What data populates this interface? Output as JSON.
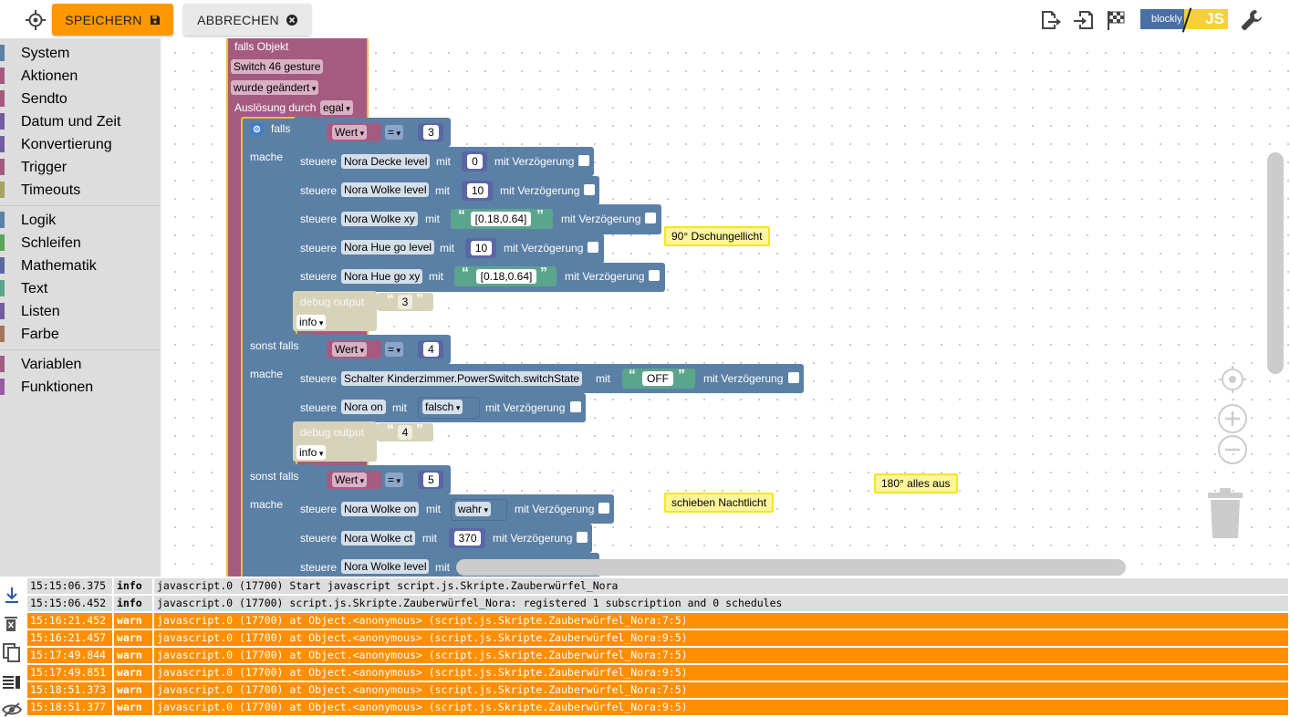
{
  "toolbar": {
    "save_label": "SPEICHERN",
    "cancel_label": "ABBRECHEN",
    "blockly_label": "blockly",
    "js_label": "JS"
  },
  "sidebar": {
    "groups": [
      [
        {
          "label": "System",
          "color": "#5b80a5"
        },
        {
          "label": "Aktionen",
          "color": "#a5577e"
        },
        {
          "label": "Sendto",
          "color": "#a5577e"
        },
        {
          "label": "Datum und Zeit",
          "color": "#745ba5"
        },
        {
          "label": "Konvertierung",
          "color": "#745ba5"
        },
        {
          "label": "Trigger",
          "color": "#a55b80"
        },
        {
          "label": "Timeouts",
          "color": "#a5a55b"
        }
      ],
      [
        {
          "label": "Logik",
          "color": "#5b80a5"
        },
        {
          "label": "Schleifen",
          "color": "#5ba55b"
        },
        {
          "label": "Mathematik",
          "color": "#5b67a5"
        },
        {
          "label": "Text",
          "color": "#5ba58c"
        },
        {
          "label": "Listen",
          "color": "#745ba5"
        },
        {
          "label": "Farbe",
          "color": "#a5745b"
        }
      ],
      [
        {
          "label": "Variablen",
          "color": "#a55b80"
        },
        {
          "label": "Funktionen",
          "color": "#995ba5"
        }
      ]
    ]
  },
  "workspace": {
    "trigger": {
      "title": "falls Objekt",
      "object": "Switch 46 gesture",
      "changed": "wurde geändert",
      "cause_label": "Auslösung durch",
      "cause": "egal"
    },
    "if_block": {
      "falls": "falls",
      "mache": "mache",
      "sonst_falls": "sonst falls"
    },
    "conditions": [
      {
        "var": "Wert",
        "op": "=",
        "value": "3"
      },
      {
        "var": "Wert",
        "op": "=",
        "value": "4"
      },
      {
        "var": "Wert",
        "op": "=",
        "value": "5"
      }
    ],
    "labels": {
      "steuere": "steuere",
      "mit": "mit",
      "mit_verzoegerung": "mit Verzögerung",
      "debug_output": "debug output",
      "info": "info"
    },
    "controls": [
      {
        "target": "Nora Decke level",
        "value": "0"
      },
      {
        "target": "Nora Wolke level",
        "value": "10"
      },
      {
        "target": "Nora Wolke xy",
        "value": "[0.18,0.64]"
      },
      {
        "target": "Nora Hue go level",
        "value": "10"
      },
      {
        "target": "Nora Hue go xy",
        "value": "[0.18,0.64]"
      },
      {
        "target": "Schalter Kinderzimmer.PowerSwitch.switchState",
        "value": "OFF"
      },
      {
        "target": "Nora on",
        "value": "falsch"
      },
      {
        "target": "Nora Wolke on",
        "value": "wahr"
      },
      {
        "target": "Nora Wolke ct",
        "value": "370"
      },
      {
        "target": "Nora Wolke level",
        "value": ""
      }
    ],
    "debugs": [
      "3",
      "4"
    ],
    "comments": [
      "90° Dschungellicht",
      "180° alles aus",
      "schieben Nachtlicht"
    ]
  },
  "log": [
    {
      "time": "15:15:06.375",
      "severity": "info",
      "message": "javascript.0 (17700) Start javascript script.js.Skripte.Zauberwürfel_Nora"
    },
    {
      "time": "15:15:06.452",
      "severity": "info",
      "message": "javascript.0 (17700) script.js.Skripte.Zauberwürfel_Nora: registered 1 subscription and 0 schedules"
    },
    {
      "time": "15:16:21.452",
      "severity": "warn",
      "message": "javascript.0 (17700) at Object.<anonymous> (script.js.Skripte.Zauberwürfel_Nora:7:5)"
    },
    {
      "time": "15:16:21.457",
      "severity": "warn",
      "message": "javascript.0 (17700) at Object.<anonymous> (script.js.Skripte.Zauberwürfel_Nora:9:5)"
    },
    {
      "time": "15:17:49.844",
      "severity": "warn",
      "message": "javascript.0 (17700) at Object.<anonymous> (script.js.Skripte.Zauberwürfel_Nora:7:5)"
    },
    {
      "time": "15:17:49.851",
      "severity": "warn",
      "message": "javascript.0 (17700) at Object.<anonymous> (script.js.Skripte.Zauberwürfel_Nora:9:5)"
    },
    {
      "time": "15:18:51.373",
      "severity": "warn",
      "message": "javascript.0 (17700) at Object.<anonymous> (script.js.Skripte.Zauberwürfel_Nora:7:5)"
    },
    {
      "time": "15:18:51.377",
      "severity": "warn",
      "message": "javascript.0 (17700) at Object.<anonymous> (script.js.Skripte.Zauberwürfel_Nora:9:5)"
    }
  ],
  "colors": {
    "save": "#ff9800",
    "trigger_block": "#a55b80",
    "logic_block": "#5b80a5",
    "text_block": "#5ba58c",
    "math_block": "#5b67a5",
    "debug_block": "#d6d3b9",
    "warn_row": "#ff8f00"
  },
  "icons": [
    "target-icon",
    "save-icon",
    "close-icon",
    "export-icon",
    "import-icon",
    "flag-icon",
    "wrench-icon",
    "recenter-icon",
    "zoom-in-icon",
    "zoom-out-icon",
    "trash-icon",
    "scroll-down-icon",
    "clear-icon",
    "copy-icon",
    "list-icon",
    "hide-icon"
  ]
}
